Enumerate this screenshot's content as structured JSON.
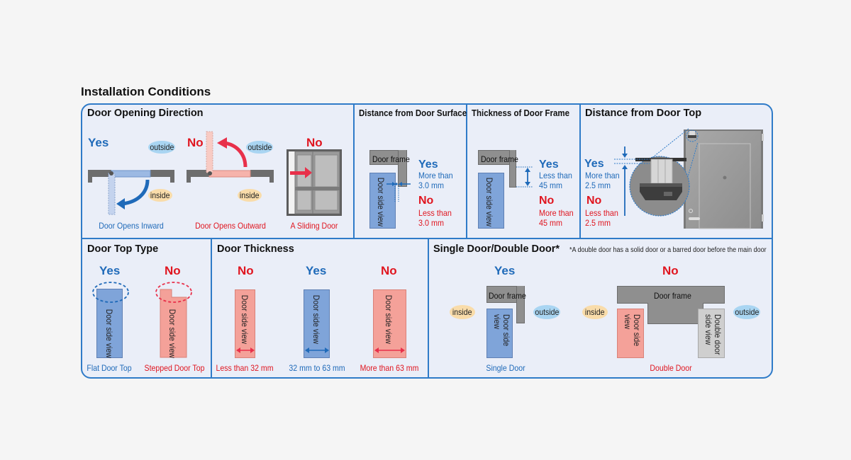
{
  "page_title": "Installation Conditions",
  "colors": {
    "border_blue": "#2f7bc8",
    "panel_bg": "#eaeef8",
    "yes_blue": "#1f6ab9",
    "no_red": "#e0151f",
    "door_blue": "#7fa4d9",
    "door_red": "#f4a199",
    "frame_gray": "#8f8f8f",
    "outside_pill": "#a9d5f2",
    "inside_pill": "#f9dcaa"
  },
  "door_opening_direction": {
    "heading": "Door Opening Direction",
    "inward": {
      "verdict": "Yes",
      "outside_label": "outside",
      "inside_label": "inside",
      "caption": "Door Opens Inward"
    },
    "outward": {
      "verdict": "No",
      "outside_label": "outside",
      "inside_label": "inside",
      "caption": "Door Opens Outward"
    },
    "sliding": {
      "verdict": "No",
      "caption": "A Sliding Door"
    }
  },
  "distance_from_door_surface": {
    "heading": "Distance from Door Surface",
    "frame_label": "Door frame",
    "door_label": "Door side view",
    "yes": {
      "verdict": "Yes",
      "line1": "More than",
      "line2": "3.0 mm"
    },
    "no": {
      "verdict": "No",
      "line1": "Less than",
      "line2": "3.0 mm"
    }
  },
  "thickness_of_door_frame": {
    "heading": "Thickness of Door Frame",
    "frame_label": "Door frame",
    "door_label": "Door side view",
    "yes": {
      "verdict": "Yes",
      "line1": "Less than",
      "line2": "45 mm"
    },
    "no": {
      "verdict": "No",
      "line1": "More than",
      "line2": "45 mm"
    }
  },
  "distance_from_door_top": {
    "heading": "Distance from Door Top",
    "yes": {
      "verdict": "Yes",
      "line1": "More than",
      "line2": "2.5 mm"
    },
    "no": {
      "verdict": "No",
      "line1": "Less than",
      "line2": "2.5 mm"
    }
  },
  "door_top_type": {
    "heading": "Door Top Type",
    "flat": {
      "verdict": "Yes",
      "door_label": "Door side view",
      "caption": "Flat Door Top"
    },
    "stepped": {
      "verdict": "No",
      "door_label": "Door side view",
      "caption": "Stepped Door Top"
    }
  },
  "door_thickness": {
    "heading": "Door Thickness",
    "items": [
      {
        "verdict": "No",
        "door_label": "Door side view",
        "caption": "Less than 32 mm"
      },
      {
        "verdict": "Yes",
        "door_label": "Door side view",
        "caption": "32 mm to 63 mm"
      },
      {
        "verdict": "No",
        "door_label": "Door side view",
        "caption": "More than 63 mm"
      }
    ]
  },
  "single_double_door": {
    "heading": "Single Door/Double Door*",
    "note": "*A double door has a solid door or a barred door before the main door",
    "single": {
      "verdict": "Yes",
      "frame_label": "Door frame",
      "door_label": "Door side view",
      "inside_label": "inside",
      "outside_label": "outside",
      "caption": "Single Door"
    },
    "double": {
      "verdict": "No",
      "frame_label": "Door frame",
      "door_label": "Door side view",
      "double_label": "Double door side view",
      "inside_label": "inside",
      "outside_label": "outside",
      "caption": "Double Door"
    }
  }
}
